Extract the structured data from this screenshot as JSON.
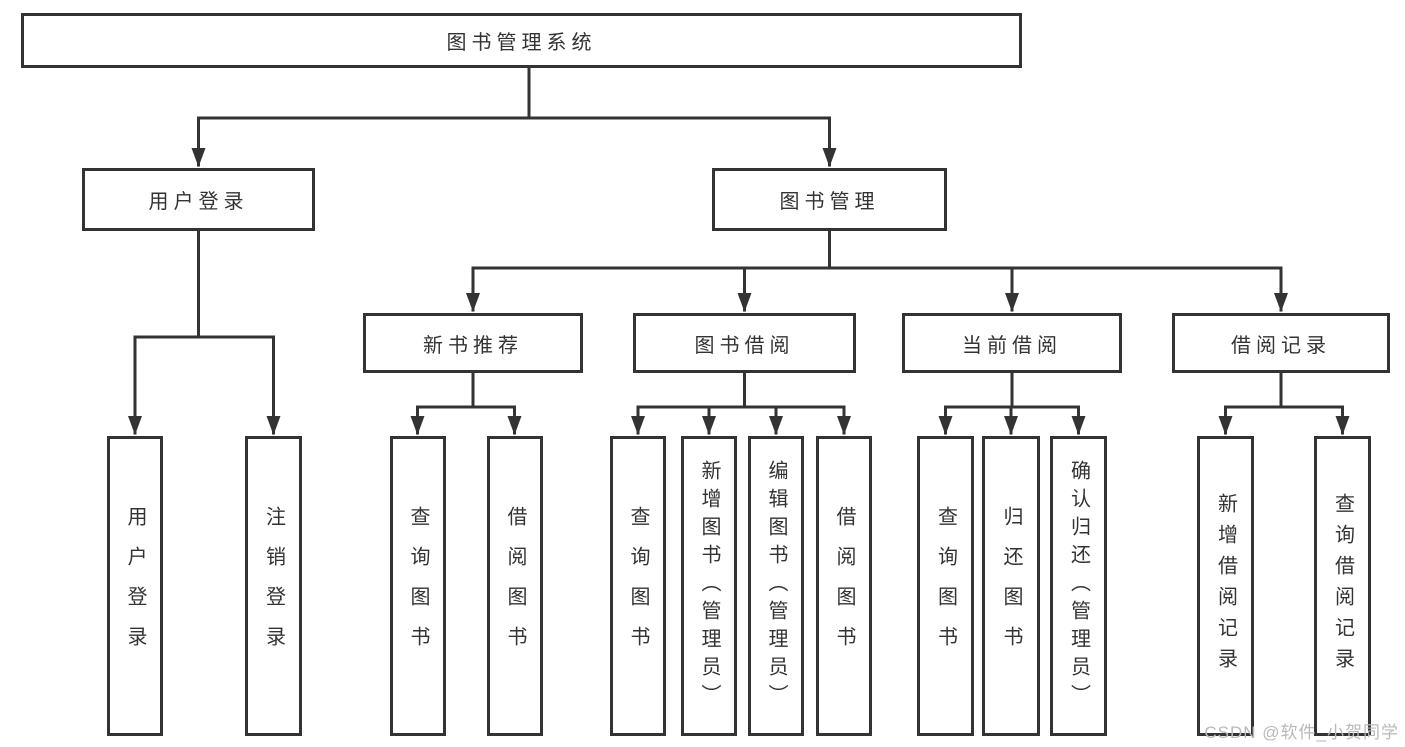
{
  "colors": {
    "line": "#333333",
    "box_border": "#333333",
    "box_fill": "#ffffff",
    "text": "#333333",
    "watermark": "#b9b9b9",
    "background": "#ffffff"
  },
  "watermark": "CSDN @软件_小贺同学",
  "tree": {
    "root": "图书管理系统",
    "children": [
      {
        "label": "用户登录",
        "children": [
          "用户登录",
          "注销登录"
        ]
      },
      {
        "label": "图书管理",
        "children": [
          {
            "label": "新书推荐",
            "children": [
              "查询图书",
              "借阅图书"
            ]
          },
          {
            "label": "图书借阅",
            "children": [
              "查询图书",
              "新增图书（管理员）",
              "编辑图书（管理员）",
              "借阅图书"
            ]
          },
          {
            "label": "当前借阅",
            "children": [
              "查询图书",
              "归还图书",
              "确认归还（管理员）"
            ]
          },
          {
            "label": "借阅记录",
            "children": [
              "新增借阅记录",
              "查询借阅记录"
            ]
          }
        ]
      }
    ]
  }
}
